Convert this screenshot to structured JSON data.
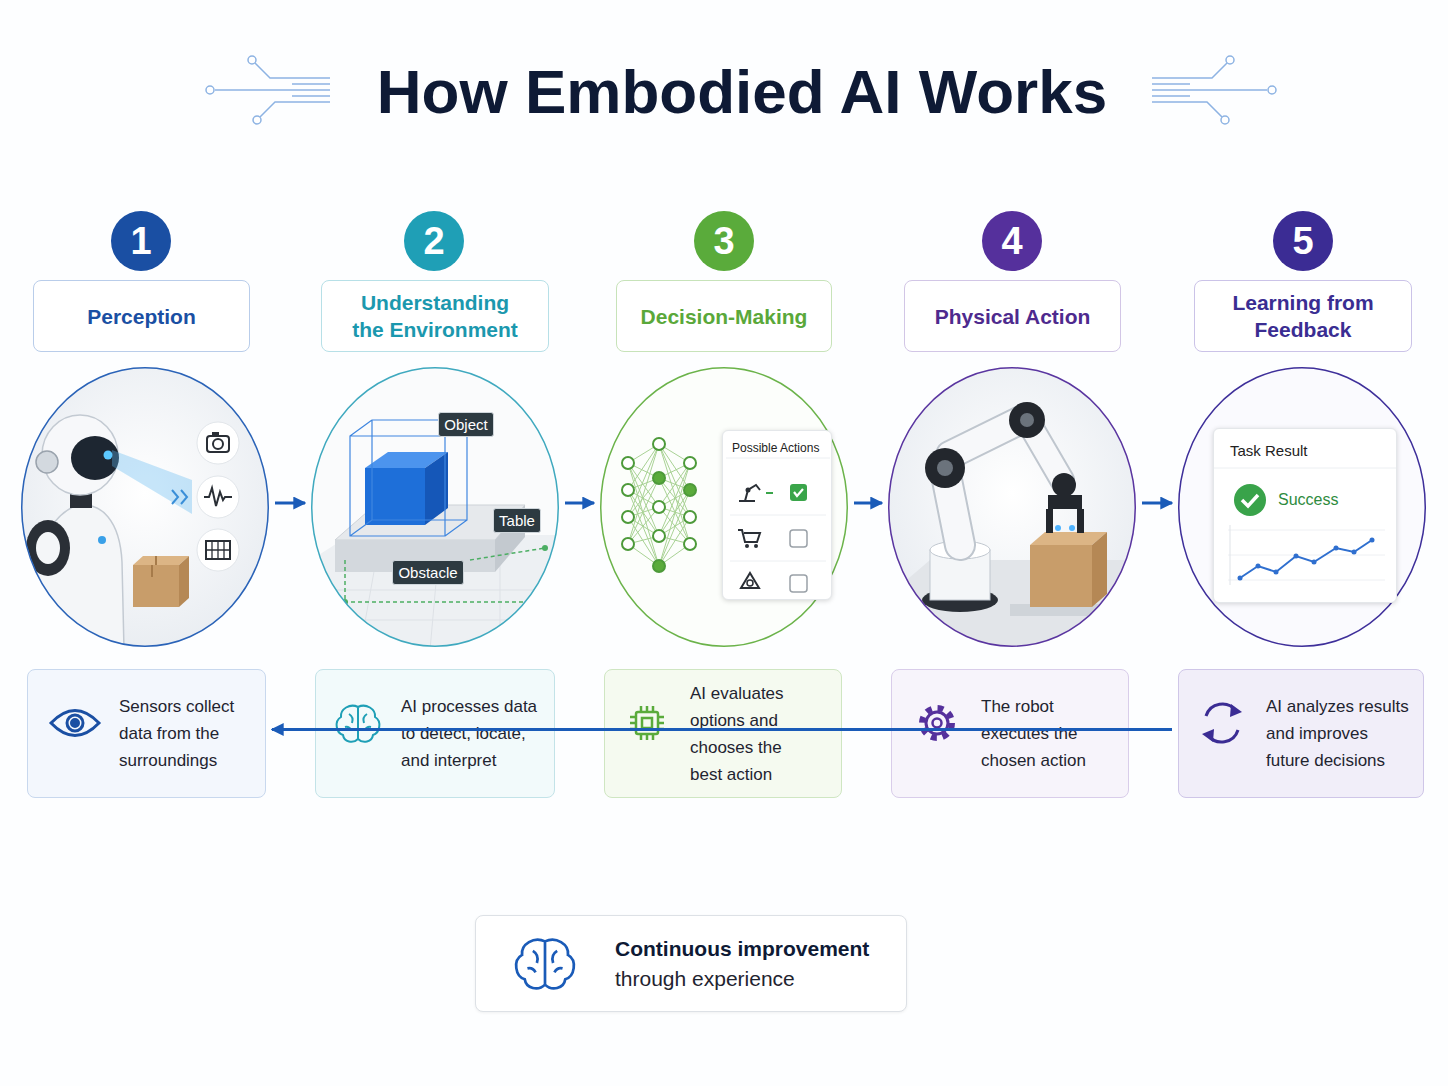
{
  "diagram": {
    "title": "How Embodied AI Works",
    "nodes": [
      {
        "text": [
          "1"
        ]
      },
      {
        "text": [
          "Perception"
        ]
      },
      {
        "text": []
      },
      {
        "text": [
          "Sensors collect data from the surroundings"
        ]
      },
      {
        "text": [
          "2"
        ]
      },
      {
        "text": [
          "Understanding the Environment"
        ]
      },
      {
        "text": []
      },
      {
        "text": [
          "Object"
        ],
        "in": 6
      },
      {
        "text": [
          "Table"
        ],
        "in": 6
      },
      {
        "text": [
          "Obstacle"
        ],
        "in": 6
      },
      {
        "text": [
          "AI processes data to detect, locate, and interpret"
        ]
      },
      {
        "text": [
          "3"
        ]
      },
      {
        "text": [
          "Decision-Making"
        ]
      },
      {
        "text": []
      },
      {
        "text": [
          "Possible Actions"
        ],
        "in": 13
      },
      {
        "text": [
          "AI evaluates options and chooses the best action"
        ]
      },
      {
        "text": [
          "4"
        ]
      },
      {
        "text": [
          "Physical Action"
        ]
      },
      {
        "text": []
      },
      {
        "text": [
          "The robot executes the chosen action"
        ]
      },
      {
        "text": [
          "5"
        ]
      },
      {
        "text": [
          "Learning from Feedback"
        ]
      },
      {
        "text": []
      },
      {
        "text": [
          "Task Result",
          "Success"
        ],
        "in": 22
      },
      {
        "text": [
          "AI analyzes results and improves future decisions"
        ]
      },
      {
        "text": [
          "Continuous improvement",
          "through experience"
        ]
      }
    ],
    "edges": [
      {
        "from": 2,
        "to": 6,
        "arrow": "to"
      },
      {
        "from": 6,
        "to": 13,
        "arrow": "to"
      },
      {
        "from": 13,
        "to": 18,
        "arrow": "to"
      },
      {
        "from": 18,
        "to": 22,
        "arrow": "to"
      },
      {
        "from": 24,
        "to": 3,
        "arrow": "to"
      }
    ]
  }
}
